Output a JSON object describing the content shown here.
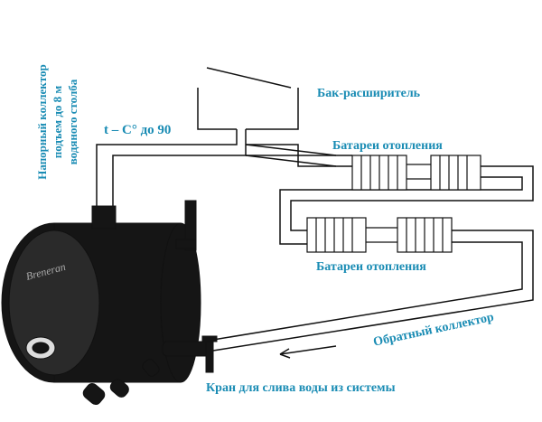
{
  "labels": {
    "expansion_tank": "Бак-расширитель",
    "temperature": "t – C° до 90",
    "radiators_top": "Батареи отопления",
    "radiators_bottom": "Батареи отопления",
    "return_collector": "Обратный коллектор",
    "drain_valve": "Кран для слива воды из системы",
    "pressure_collector_line1": "Напорный коллектор",
    "pressure_collector_line2": "подъем до 8 м",
    "pressure_collector_line3": "водяного столба",
    "boiler_brand": "Breneran"
  },
  "colors": {
    "label": "#1a8cb4",
    "line": "#111111"
  }
}
